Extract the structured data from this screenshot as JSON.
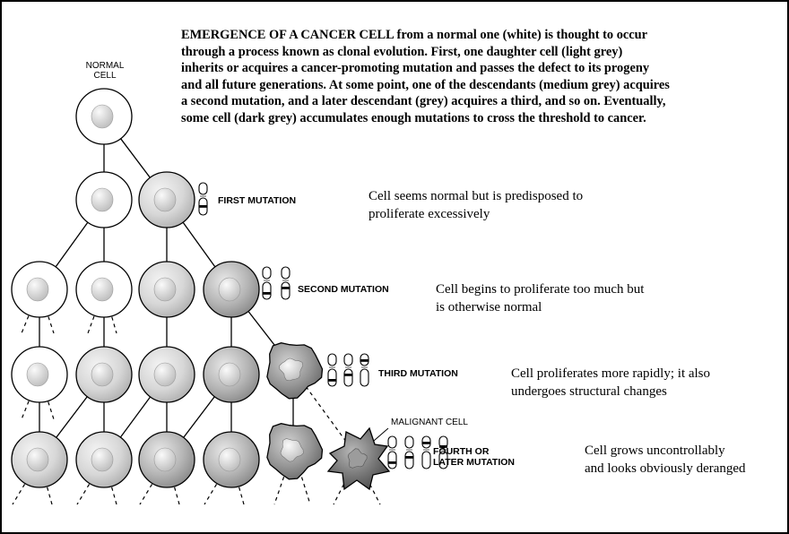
{
  "caption": {
    "bold_lead": "EMERGENCE OF A CANCER CELL",
    "lines": [
      " from a normal one (white) is thought to occur",
      "through a process known as clonal evolution.  First, one daughter cell (light grey)",
      "inherits or acquires a cancer-promoting mutation and passes the defect to its progeny",
      "and all future generations.  At some point, one of the descendants (medium grey) acquires",
      "a second mutation, and a later descendant (grey) acquires a third, and so on.  Eventually,",
      "some cell (dark grey) accumulates enough mutations to cross the threshold to cancer."
    ]
  },
  "normal_cell_label": [
    "NORMAL",
    "CELL"
  ],
  "malignant_label": "MALIGNANT CELL",
  "stages": [
    {
      "mutation": [
        "FIRST MUTATION"
      ],
      "description": [
        "Cell seems normal but is predisposed to",
        "proliferate excessively"
      ]
    },
    {
      "mutation": [
        "SECOND MUTATION"
      ],
      "description": [
        "Cell begins to proliferate too much but",
        "is otherwise normal"
      ]
    },
    {
      "mutation": [
        "THIRD MUTATION"
      ],
      "description": [
        "Cell proliferates more rapidly; it also",
        "undergoes structural changes"
      ]
    },
    {
      "mutation": [
        "FOURTH OR",
        "LATER MUTATION"
      ],
      "description": [
        "Cell grows uncontrollably",
        "and looks obviously deranged"
      ]
    }
  ],
  "colors": {
    "normal": "#ffffff",
    "light_grey": "#dcdcdc",
    "medium_grey": "#b9b9b9",
    "grey": "#9a9a9a",
    "dark_grey": "#6f6f6f"
  }
}
